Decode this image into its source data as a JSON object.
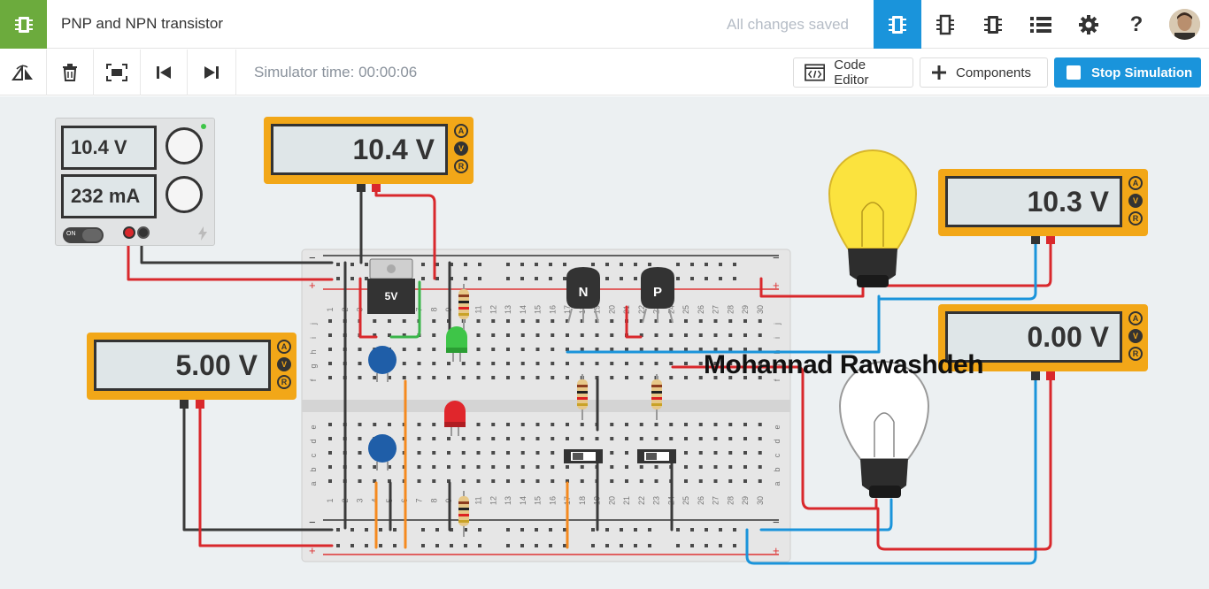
{
  "header": {
    "title": "PNP and NPN transistor",
    "save_status": "All changes saved"
  },
  "toolbar": {
    "sim_time": "Simulator time: 00:00:06",
    "code_editor_label": "Code Editor",
    "components_label": "Components",
    "stop_label": "Stop Simulation"
  },
  "canvas": {
    "power_supply": {
      "voltage": "10.4 V",
      "current": "232 mA",
      "switch_label": "ON"
    },
    "meters": [
      {
        "id": "m1",
        "reading": "10.4 V",
        "mode": "V"
      },
      {
        "id": "m2",
        "reading": "5.00 V",
        "mode": "V"
      },
      {
        "id": "m3",
        "reading": "10.3 V",
        "mode": "V"
      },
      {
        "id": "m4",
        "reading": "0.00 V",
        "mode": "V"
      }
    ],
    "dial_letters": [
      "A",
      "V",
      "R"
    ],
    "regulator_label": "5V",
    "transistor_npn": "N",
    "transistor_pnp": "P",
    "watermark": "Mohannad Rawashdeh",
    "breadboard_cols": [
      "1",
      "2",
      "3",
      "4",
      "5",
      "6",
      "7",
      "8",
      "9",
      "10",
      "11",
      "12",
      "13",
      "14",
      "15",
      "16",
      "17",
      "18",
      "19",
      "20",
      "21",
      "22",
      "23",
      "24",
      "25",
      "26",
      "27",
      "28",
      "29",
      "30"
    ],
    "rows_top": [
      "j",
      "i",
      "h",
      "g",
      "f"
    ],
    "rows_bottom": [
      "e",
      "d",
      "c",
      "b",
      "a"
    ]
  },
  "colors": {
    "accent": "#1a94db",
    "brand": "#6cab3d",
    "meter": "#f2a718"
  }
}
